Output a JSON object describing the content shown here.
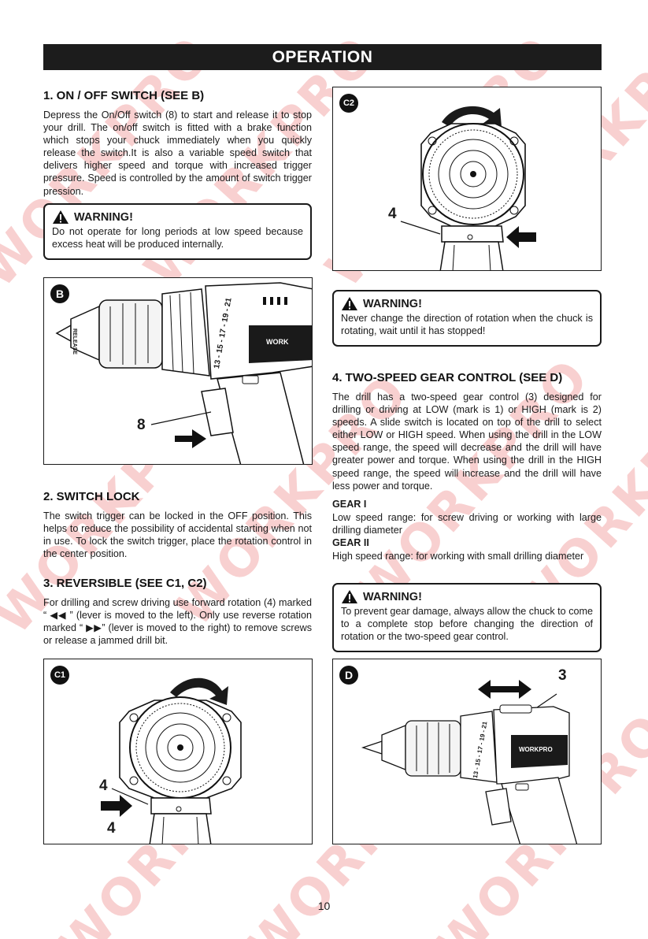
{
  "watermark_text": "WORKPRO",
  "header": {
    "title": "OPERATION"
  },
  "section1": {
    "heading": "1. ON / OFF SWITCH (SEE B)",
    "text": "Depress the On/Off switch (8) to start and release it to stop your drill. The on/off switch is fitted with a brake function which stops your chuck immediately when you quickly release the switch.It is also a variable speed switch that delivers higher speed and torque with increased trigger pressure. Speed is controlled by the amount of switch trigger pression."
  },
  "warning1": {
    "title": "WARNING!",
    "text": "Do not operate for long periods at low speed because excess heat will be produced internally."
  },
  "figB": {
    "label": "B",
    "callout": "8",
    "chuck_text": "RELEASE",
    "speed_text": "13 - 15 - 17 - 19 - 21",
    "brand": "WORK"
  },
  "section2": {
    "heading": "2. SWITCH LOCK",
    "text": "The switch trigger can be locked in the OFF position. This helps to reduce the possibility of accidental starting when not in use. To lock the switch trigger, place the rotation control in the center position."
  },
  "section3": {
    "heading": "3. REVERSIBLE (SEE C1, C2)",
    "text": "For drilling and screw driving use forward rotation (4) marked “ ◀◀ ” (lever is moved to the left). Only use reverse rotation marked “ ▶▶” (lever is moved to the right) to remove screws or release a jammed drill bit."
  },
  "figC1": {
    "label": "C1",
    "callout_top": "4",
    "callout_bottom": "4"
  },
  "figC2": {
    "label": "C2",
    "callout": "4"
  },
  "warning2": {
    "title": "WARNING!",
    "text": "Never change the direction of rotation when the chuck is rotating, wait until it has stopped!"
  },
  "section4": {
    "heading": "4. TWO-SPEED GEAR CONTROL (SEE D)",
    "text": "The drill has a two-speed gear control (3) designed for drilling or driving at LOW (mark is 1) or HIGH (mark is 2) speeds. A slide switch is located on top of the drill to select either LOW or HIGH speed. When using the drill in the LOW speed range, the speed will decrease and the drill will have greater power and torque. When using the drill in the HIGH speed range, the speed will increase and the drill will have less power and torque.",
    "gear1_label": "GEAR I",
    "gear1_text": "Low speed range: for screw driving or working with large drilling diameter",
    "gear2_label": "GEAR II",
    "gear2_text": "High speed range: for working with small drilling diameter"
  },
  "warning3": {
    "title": "WARNING!",
    "text": "To prevent gear damage, always allow the chuck to come to a complete stop before changing the direction of rotation or the two-speed gear control."
  },
  "figD": {
    "label": "D",
    "callout": "3",
    "brand": "WORKPRO",
    "speed_text": "13 - 15 - 17 - 19 - 21"
  },
  "footer": {
    "page_number": "10"
  },
  "colors": {
    "watermark": "#e12828",
    "ink": "#1a1a1a",
    "banner": "#1c1c1c"
  }
}
